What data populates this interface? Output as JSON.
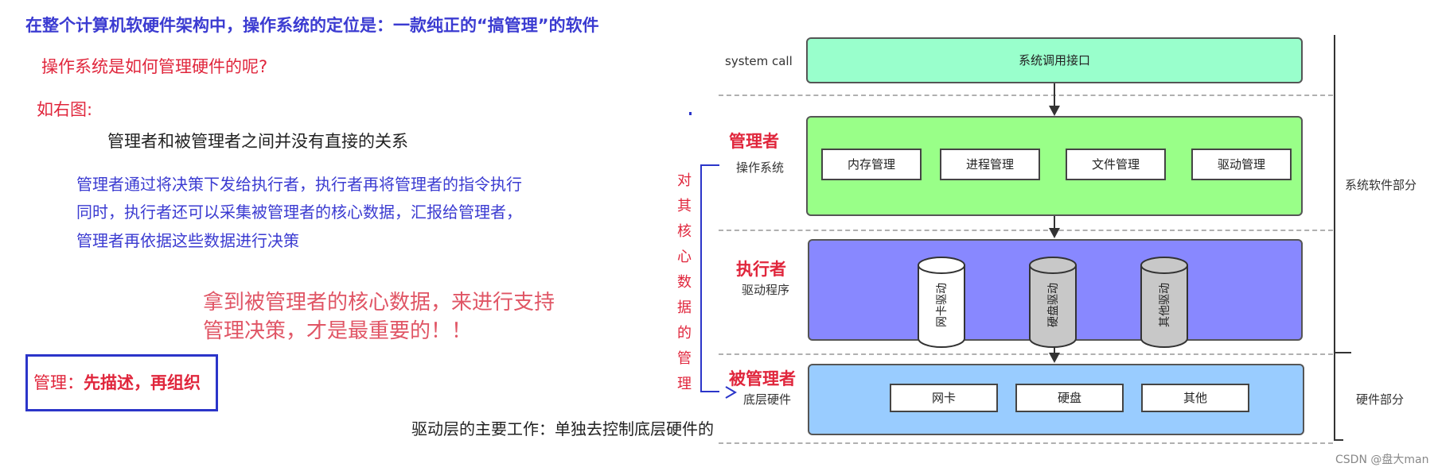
{
  "left": {
    "title": "在整个计算机软硬件架构中，操作系统的定位是：一款纯正的“搞管理”的软件",
    "question": "操作系统是如何管理硬件的呢?",
    "as_figure": "如右图:",
    "relation": "管理者和被管理者之间并没有直接的关系",
    "paragraph": [
      "管理者通过将决策下发给执行者，执行者再将管理者的指令执行",
      "同时，执行者还可以采集被管理者的核心数据，汇报给管理者，",
      "管理者再依据这些数据进行决策"
    ],
    "key_lines": [
      "拿到被管理者的核心数据，来进行支持",
      "管理决策，才是最重要的！！"
    ],
    "manage_prefix": "管理：",
    "manage_bold": "先描述，再组织",
    "caption": "驱动层的主要工作：单独去控制底层硬件的"
  },
  "diagram": {
    "vertical_note": [
      "对",
      "其",
      "核",
      "心",
      "数",
      "据",
      "的",
      "管",
      "理"
    ],
    "syscall_label": "system call",
    "syscall_box": "系统调用接口",
    "manager_title": "管理者",
    "manager_sub": "操作系统",
    "manager_modules": [
      "内存管理",
      "进程管理",
      "文件管理",
      "驱动管理"
    ],
    "executor_title": "执行者",
    "executor_sub": "驱动程序",
    "drivers": [
      "网卡驱动",
      "硬盘驱动",
      "其他驱动"
    ],
    "managed_title": "被管理者",
    "managed_sub": "底层硬件",
    "hardware": [
      "网卡",
      "硬盘",
      "其他"
    ],
    "right_software": "系统软件部分",
    "right_hardware": "硬件部分"
  },
  "watermark": "CSDN @盘大man",
  "colors": {
    "syscall": "#99ffcc",
    "manager": "#99ff88",
    "executor": "#8888ff",
    "managed": "#99ccff",
    "red": "#e0263c",
    "blue": "#3b3bd1"
  }
}
